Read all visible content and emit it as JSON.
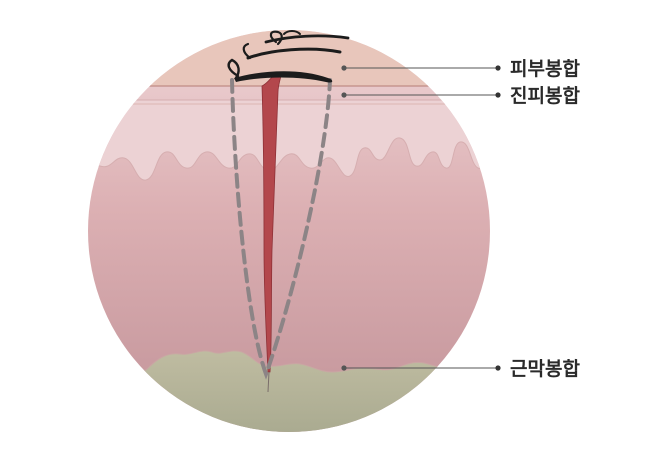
{
  "labels": {
    "skin_suture": "피부봉합",
    "dermis_suture": "진피봉합",
    "fascia_suture": "근막봉합"
  },
  "colors": {
    "epidermis_band": "#e9c7bd",
    "dermis_top": "#efd6d8",
    "dermis_bottom": "#c3959a",
    "fascia": "#b9b69a",
    "wound": "#b34a4e",
    "dashed_suture": "#8c8486",
    "suture_thread": "#1c1c1c",
    "leader_line": "#555555"
  },
  "icons": {
    "skin_knot": "suture-knot-icon"
  }
}
